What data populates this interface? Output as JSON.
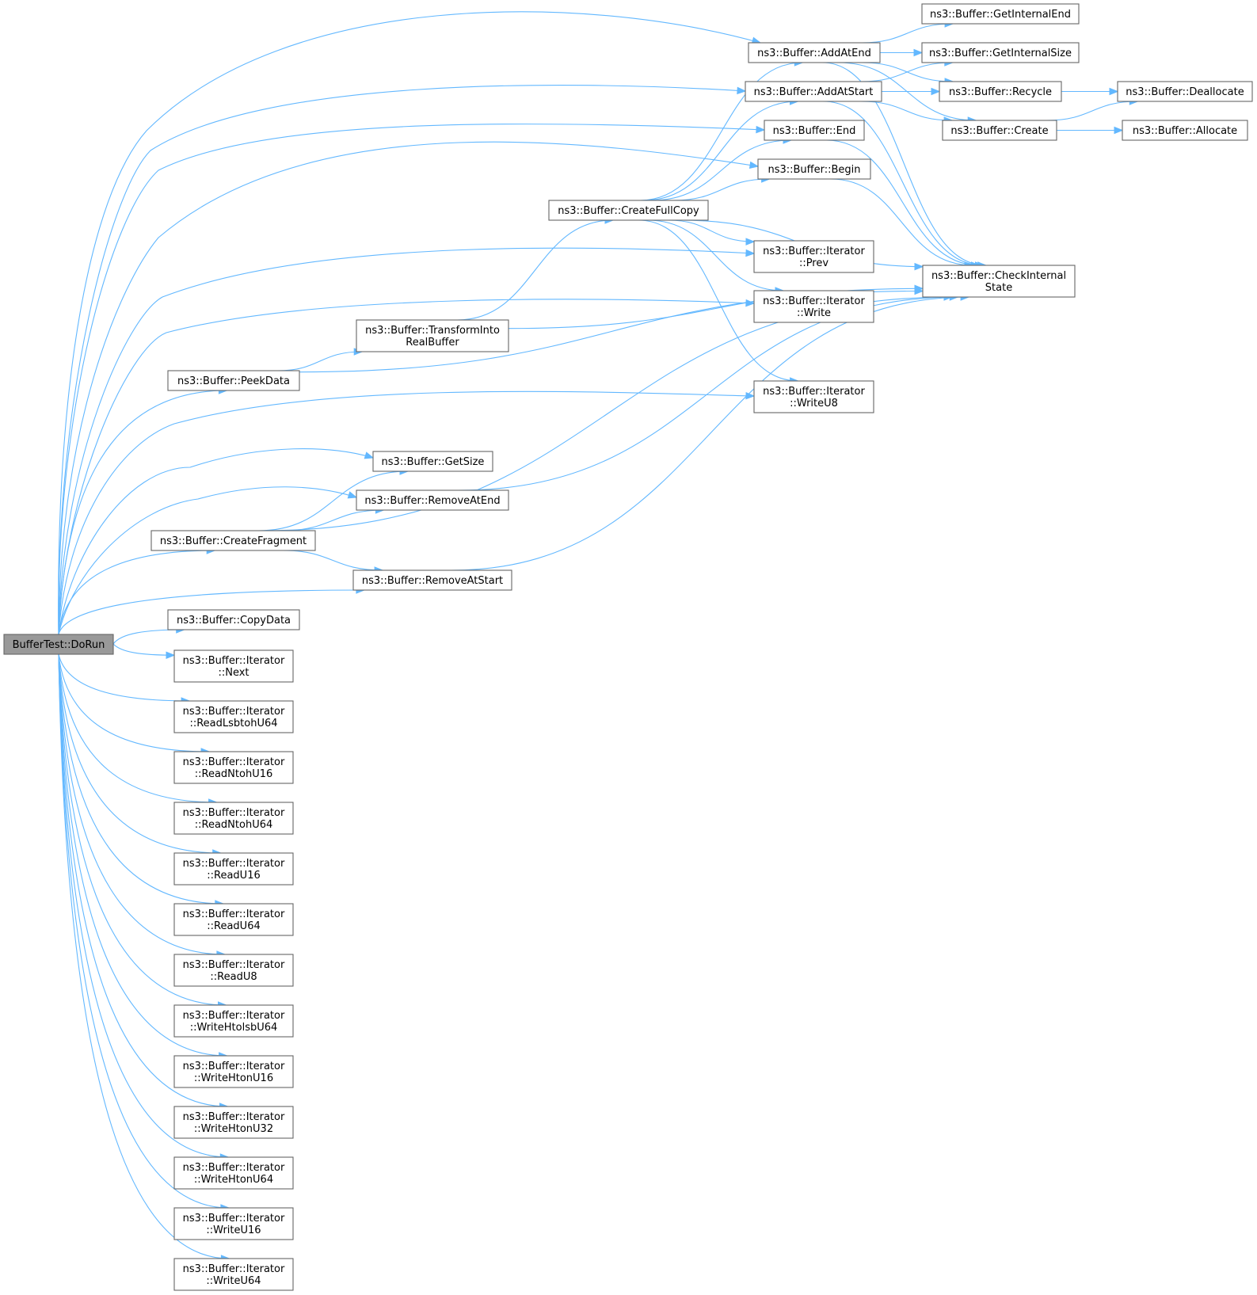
{
  "diagram": {
    "type": "call-graph",
    "colors": {
      "edge": "#63b8ff",
      "node_border": "#666666",
      "root_fill": "#999999",
      "node_fill": "#ffffff"
    },
    "nodes": [
      {
        "id": "dorun",
        "lines": [
          "BufferTest::DoRun"
        ],
        "root": true
      },
      {
        "id": "addatend",
        "lines": [
          "ns3::Buffer::AddAtEnd"
        ]
      },
      {
        "id": "getinternalend",
        "lines": [
          "ns3::Buffer::GetInternalEnd"
        ]
      },
      {
        "id": "getinternalsize",
        "lines": [
          "ns3::Buffer::GetInternalSize"
        ]
      },
      {
        "id": "recycle",
        "lines": [
          "ns3::Buffer::Recycle"
        ]
      },
      {
        "id": "deallocate",
        "lines": [
          "ns3::Buffer::Deallocate"
        ]
      },
      {
        "id": "addatstart",
        "lines": [
          "ns3::Buffer::AddAtStart"
        ]
      },
      {
        "id": "create",
        "lines": [
          "ns3::Buffer::Create"
        ]
      },
      {
        "id": "allocate",
        "lines": [
          "ns3::Buffer::Allocate"
        ]
      },
      {
        "id": "end",
        "lines": [
          "ns3::Buffer::End"
        ]
      },
      {
        "id": "begin",
        "lines": [
          "ns3::Buffer::Begin"
        ]
      },
      {
        "id": "createfullcopy",
        "lines": [
          "ns3::Buffer::CreateFullCopy"
        ]
      },
      {
        "id": "prev",
        "lines": [
          "ns3::Buffer::Iterator",
          "::Prev"
        ]
      },
      {
        "id": "checkinternal",
        "lines": [
          "ns3::Buffer::CheckInternal",
          "State"
        ]
      },
      {
        "id": "write",
        "lines": [
          "ns3::Buffer::Iterator",
          "::Write"
        ]
      },
      {
        "id": "transform",
        "lines": [
          "ns3::Buffer::TransformInto",
          "RealBuffer"
        ]
      },
      {
        "id": "peekdata",
        "lines": [
          "ns3::Buffer::PeekData"
        ]
      },
      {
        "id": "writeu8",
        "lines": [
          "ns3::Buffer::Iterator",
          "::WriteU8"
        ]
      },
      {
        "id": "getsize",
        "lines": [
          "ns3::Buffer::GetSize"
        ]
      },
      {
        "id": "removeatend",
        "lines": [
          "ns3::Buffer::RemoveAtEnd"
        ]
      },
      {
        "id": "createfragment",
        "lines": [
          "ns3::Buffer::CreateFragment"
        ]
      },
      {
        "id": "removeatstart",
        "lines": [
          "ns3::Buffer::RemoveAtStart"
        ]
      },
      {
        "id": "copydata",
        "lines": [
          "ns3::Buffer::CopyData"
        ]
      },
      {
        "id": "next",
        "lines": [
          "ns3::Buffer::Iterator",
          "::Next"
        ]
      },
      {
        "id": "readlsbtohu64",
        "lines": [
          "ns3::Buffer::Iterator",
          "::ReadLsbtohU64"
        ]
      },
      {
        "id": "readntohu16",
        "lines": [
          "ns3::Buffer::Iterator",
          "::ReadNtohU16"
        ]
      },
      {
        "id": "readntohu64",
        "lines": [
          "ns3::Buffer::Iterator",
          "::ReadNtohU64"
        ]
      },
      {
        "id": "readu16",
        "lines": [
          "ns3::Buffer::Iterator",
          "::ReadU16"
        ]
      },
      {
        "id": "readu64",
        "lines": [
          "ns3::Buffer::Iterator",
          "::ReadU64"
        ]
      },
      {
        "id": "readu8",
        "lines": [
          "ns3::Buffer::Iterator",
          "::ReadU8"
        ]
      },
      {
        "id": "writehtolsbu64",
        "lines": [
          "ns3::Buffer::Iterator",
          "::WriteHtolsbU64"
        ]
      },
      {
        "id": "writehtonu16",
        "lines": [
          "ns3::Buffer::Iterator",
          "::WriteHtonU16"
        ]
      },
      {
        "id": "writehtonu32",
        "lines": [
          "ns3::Buffer::Iterator",
          "::WriteHtonU32"
        ]
      },
      {
        "id": "writehtonu64",
        "lines": [
          "ns3::Buffer::Iterator",
          "::WriteHtonU64"
        ]
      },
      {
        "id": "writeu16",
        "lines": [
          "ns3::Buffer::Iterator",
          "::WriteU16"
        ]
      },
      {
        "id": "writeu64",
        "lines": [
          "ns3::Buffer::Iterator",
          "::WriteU64"
        ]
      }
    ],
    "edges": [
      [
        "dorun",
        "addatend"
      ],
      [
        "dorun",
        "addatstart"
      ],
      [
        "dorun",
        "end"
      ],
      [
        "dorun",
        "begin"
      ],
      [
        "dorun",
        "prev"
      ],
      [
        "dorun",
        "write"
      ],
      [
        "dorun",
        "peekdata"
      ],
      [
        "dorun",
        "writeu8"
      ],
      [
        "dorun",
        "getsize"
      ],
      [
        "dorun",
        "removeatend"
      ],
      [
        "dorun",
        "createfragment"
      ],
      [
        "dorun",
        "removeatstart"
      ],
      [
        "dorun",
        "copydata"
      ],
      [
        "dorun",
        "next"
      ],
      [
        "dorun",
        "readlsbtohu64"
      ],
      [
        "dorun",
        "readntohu16"
      ],
      [
        "dorun",
        "readntohu64"
      ],
      [
        "dorun",
        "readu16"
      ],
      [
        "dorun",
        "readu64"
      ],
      [
        "dorun",
        "readu8"
      ],
      [
        "dorun",
        "writehtolsbu64"
      ],
      [
        "dorun",
        "writehtonu16"
      ],
      [
        "dorun",
        "writehtonu32"
      ],
      [
        "dorun",
        "writehtonu64"
      ],
      [
        "dorun",
        "writeu16"
      ],
      [
        "dorun",
        "writeu64"
      ],
      [
        "addatend",
        "getinternalend"
      ],
      [
        "addatend",
        "getinternalsize"
      ],
      [
        "addatend",
        "recycle"
      ],
      [
        "addatend",
        "create"
      ],
      [
        "addatend",
        "checkinternal"
      ],
      [
        "addatstart",
        "getinternalsize"
      ],
      [
        "addatstart",
        "recycle"
      ],
      [
        "addatstart",
        "create"
      ],
      [
        "addatstart",
        "checkinternal"
      ],
      [
        "recycle",
        "deallocate"
      ],
      [
        "create",
        "deallocate"
      ],
      [
        "create",
        "allocate"
      ],
      [
        "end",
        "checkinternal"
      ],
      [
        "begin",
        "checkinternal"
      ],
      [
        "createfullcopy",
        "addatend"
      ],
      [
        "createfullcopy",
        "addatstart"
      ],
      [
        "createfullcopy",
        "end"
      ],
      [
        "createfullcopy",
        "begin"
      ],
      [
        "createfullcopy",
        "prev"
      ],
      [
        "createfullcopy",
        "write"
      ],
      [
        "createfullcopy",
        "writeu8"
      ],
      [
        "createfullcopy",
        "checkinternal"
      ],
      [
        "transform",
        "createfullcopy"
      ],
      [
        "transform",
        "checkinternal"
      ],
      [
        "peekdata",
        "transform"
      ],
      [
        "peekdata",
        "checkinternal"
      ],
      [
        "removeatend",
        "checkinternal"
      ],
      [
        "removeatstart",
        "checkinternal"
      ],
      [
        "createfragment",
        "getsize"
      ],
      [
        "createfragment",
        "removeatend"
      ],
      [
        "createfragment",
        "removeatstart"
      ],
      [
        "createfragment",
        "checkinternal"
      ]
    ]
  }
}
